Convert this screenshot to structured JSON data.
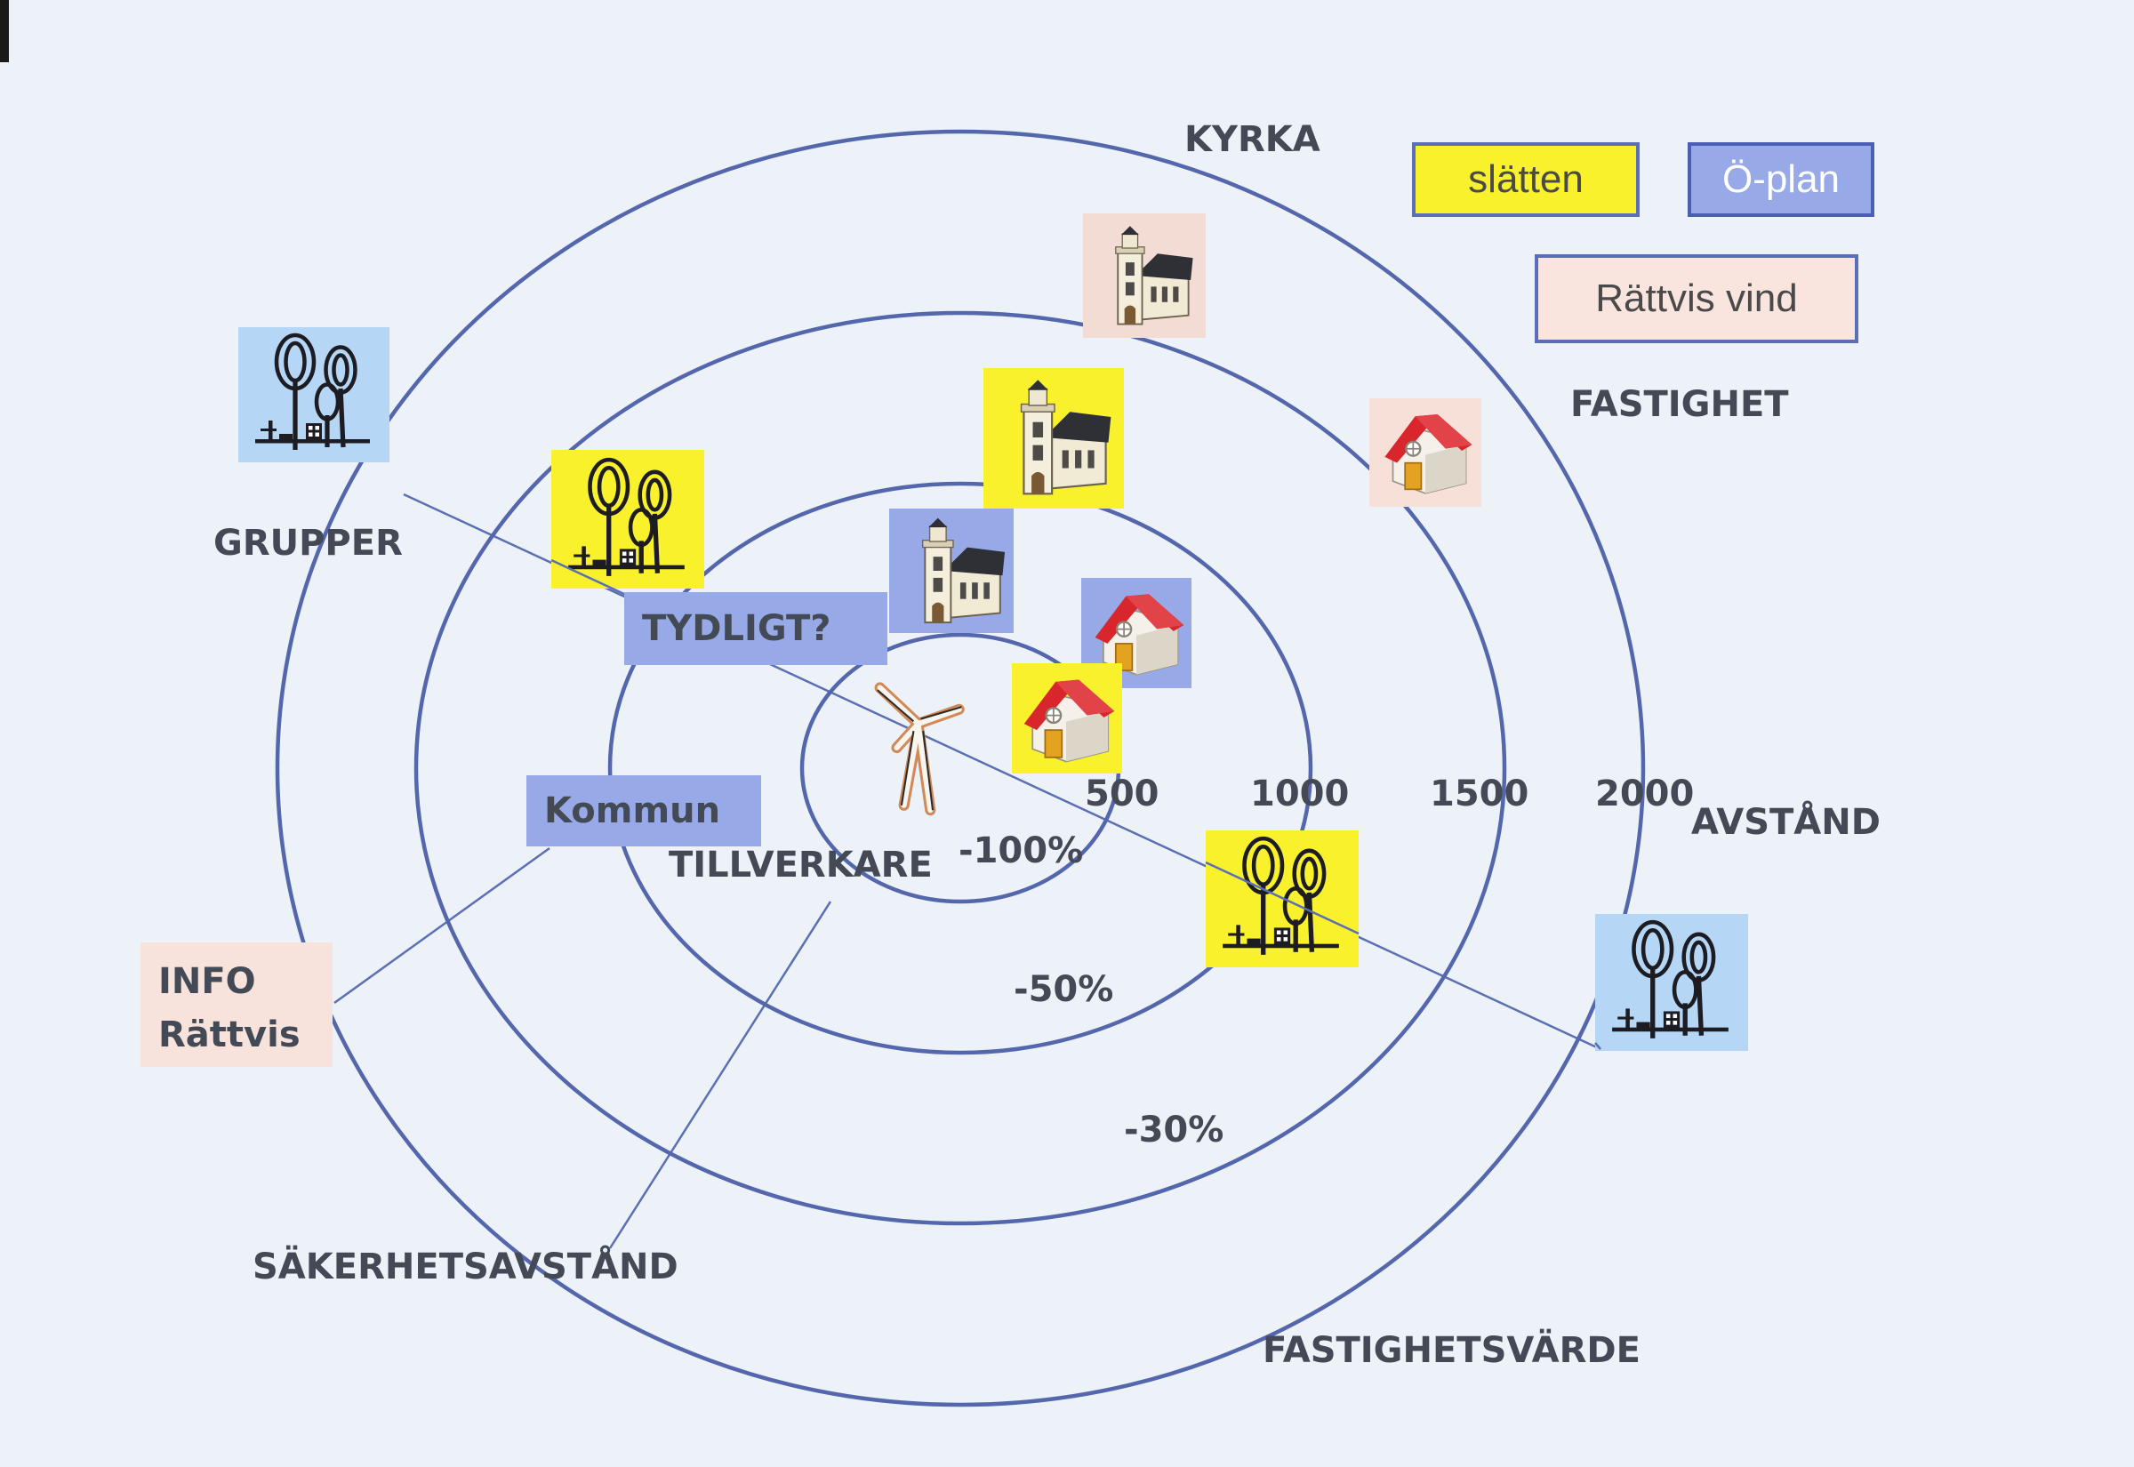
{
  "colors": {
    "ring": "#5467ad",
    "connector": "#5b6fb5",
    "slatten": "#f8f12c",
    "oplan": "#97a9e6",
    "rattvis": "#f9e4de"
  },
  "legend": {
    "slatten": "slätten",
    "oplan": "Ö-plan",
    "rattvis_vind": "Rättvis vind"
  },
  "labels": {
    "kyrka": "KYRKA",
    "fastighet": "FASTIGHET",
    "grupper": "GRUPPER",
    "tillverkare": "TILLVERKARE",
    "avstand": "AVSTÅND",
    "sakerhetsavstand": "SÄKERHETSAVSTÅND",
    "fastighetsvarde": "FASTIGHETSVÄRDE"
  },
  "distances": [
    "500",
    "1000",
    "1500",
    "2000"
  ],
  "value_changes": [
    "-100%",
    "-50%",
    "-30%"
  ],
  "notes": {
    "tydligt": "TYDLIGT?",
    "kommun": "Kommun",
    "info_line1": "INFO",
    "info_line2": "Rättvis"
  },
  "icons": {
    "center": "wind-turbine-icon",
    "church": "church-icon",
    "house": "house-icon",
    "trees": "trees-factory-icon"
  }
}
